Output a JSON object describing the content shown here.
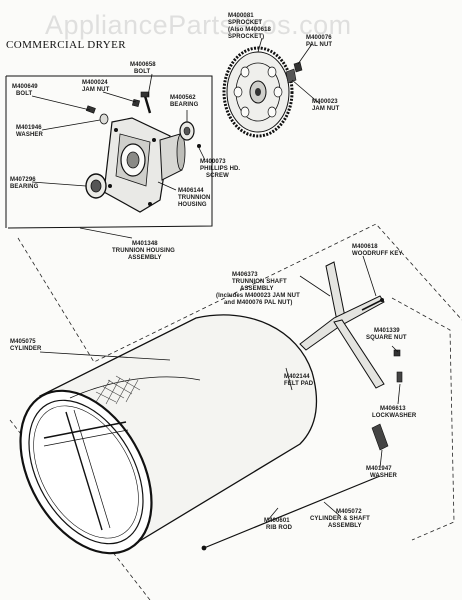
{
  "watermark": "AppliancePartsPros.com",
  "header": "COMMERCIAL DRYER",
  "parts": {
    "sprocket": [
      "M400081",
      "SPROCKET",
      "(Also M400618",
      "SPROCKET)"
    ],
    "pal_nut": [
      "M400076",
      "PAL NUT"
    ],
    "jam_nut_right": [
      "M400023",
      "JAM NUT"
    ],
    "jam_nut_left": [
      "M400024",
      "JAM NUT"
    ],
    "bolt_top": [
      "M400658",
      "BOLT"
    ],
    "bearing_top": [
      "M400562",
      "BEARING"
    ],
    "bolt_left": [
      "M400649",
      "BOLT"
    ],
    "washer_left": [
      "M401946",
      "WASHER"
    ],
    "phillips_screw": [
      "M400073",
      "PHILLIPS HD.",
      "SCREW"
    ],
    "bearing_left": [
      "M407296",
      "BEARING"
    ],
    "trunnion_housing": [
      "M406144",
      "TRUNNION",
      "HOUSING"
    ],
    "trunnion_assembly": [
      "M401348",
      "TRUNNION HOUSING",
      "ASSEMBLY"
    ],
    "woodruff_key": [
      "M400618",
      "WOODRUFF KEY"
    ],
    "trunnion_shaft": [
      "M406373",
      "TRUNNION SHAFT",
      "ASSEMBLY",
      "(Includes M400023 JAM NUT",
      "and M400076 PAL NUT)"
    ],
    "cylinder": [
      "M405075",
      "CYLINDER"
    ],
    "square_nut": [
      "M401339",
      "SQUARE NUT"
    ],
    "felt_pad": [
      "M402144",
      "FELT PAD"
    ],
    "lockwasher": [
      "M406613",
      "LOCKWASHER"
    ],
    "washer_right": [
      "M401947",
      "WASHER"
    ],
    "rib_rod": [
      "M400601",
      "RIB ROD"
    ],
    "cylinder_shaft_assembly": [
      "M405072",
      "CYLINDER & SHAFT",
      "ASSEMBLY"
    ]
  }
}
